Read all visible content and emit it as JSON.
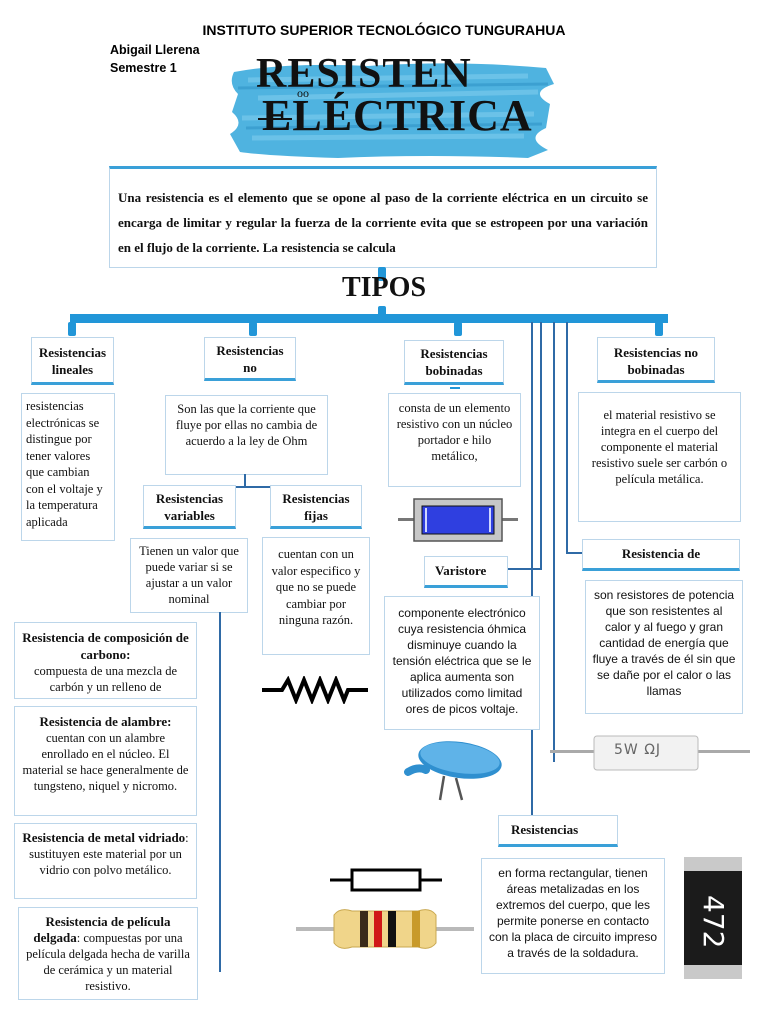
{
  "header": {
    "institution": "INSTITUTO SUPERIOR TECNOLÓGICO TUNGURAHUA",
    "author": "Abigail Llerena",
    "semester": "Semestre 1"
  },
  "banner": {
    "line1": "RESISTEN",
    "line1_small": "oo",
    "line2": "ELÉCTRICA"
  },
  "definition": "Una resistencia es el elemento que se opone al paso de la corriente eléctrica en un circuito se encarga de limitar y regular la fuerza de la corriente evita que se estropeen por una variación en el flujo de la corriente. La resistencia se calcula",
  "tipos_heading": "TIPOS",
  "lineales": {
    "title": "Resistencias lineales",
    "body": "resistencias electrónicas se distingue por tener valores que cambian con el voltaje y la temperatura aplicada"
  },
  "no_lineales": {
    "title": "Resistencias no",
    "body": "Son las que la corriente que fluye por ellas no cambia de acuerdo a la ley de Ohm"
  },
  "variables": {
    "title": "Resistencias variables",
    "body": "Tienen un valor que puede variar si se ajustar a un valor nominal"
  },
  "fijas": {
    "title": "Resistencias fijas",
    "body": "cuentan con un valor especifico y que no se puede cambiar por ninguna razón."
  },
  "bobinadas": {
    "title": "Resistencias bobinadas",
    "body": "consta de un elemento resistivo con un núcleo portador e hilo metálico,"
  },
  "no_bobinadas": {
    "title": "Resistencias no bobinadas",
    "body": "el material resistivo se integra en el cuerpo del componente el material resistivo suele ser carbón o película metálica."
  },
  "varistore": {
    "title": "Varistore",
    "body": "componente electrónico cuya resistencia óhmica disminuye cuando la tensión eléctrica que se le aplica aumenta son utilizados como limitad ores de picos voltaje."
  },
  "potencia": {
    "title": "Resistencia de",
    "body": "son resistores de potencia que son resistentes al calor y al fuego y gran cantidad de energía que fluye a través de él sin que se dañe por el calor o las llamas"
  },
  "smd": {
    "title": "Resistencias",
    "body": "en forma rectangular, tienen áreas metalizadas en los extremos del cuerpo, que les permite ponerse en contacto con la placa de circuito impreso a través de la soldadura."
  },
  "carbono": {
    "title": "Resistencia de composición de carbono:",
    "body": "compuesta de una mezcla de carbón y un relleno de"
  },
  "alambre": {
    "title": "Resistencia de alambre:",
    "body": "cuentan con un alambre enrollado en el núcleo. El material se hace generalmente de tungsteno, niquel y nicromo."
  },
  "metal_vidriado": {
    "title": "Resistencia de metal vidriado",
    "body": ": sustituyen este material por un vidrio con polvo metálico."
  },
  "pelicula": {
    "title": "Resistencia de película delgada",
    "body": ": compuestas por una película delgada hecha de varilla de cerámica y un material resistivo."
  },
  "images": {
    "ceramic_label": "5W ΩJ",
    "smd_label": "472"
  },
  "colors": {
    "accent": "#2196d8",
    "line": "#2f6aa6",
    "banner": "#4fb3e0"
  }
}
